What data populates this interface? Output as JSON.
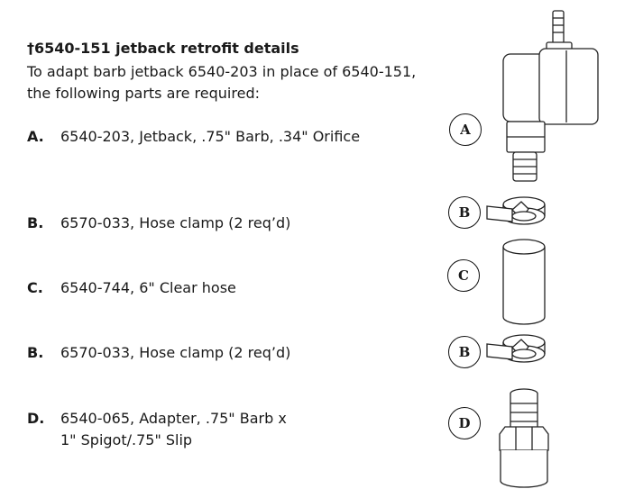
{
  "title": "†6540-151 jetback retrofit details",
  "intro": [
    "To adapt barb jetback 6540-203 in place of 6540-151,",
    "the following parts are required:"
  ],
  "parts": [
    {
      "letter": "A.",
      "lines": [
        "6540-203, Jetback, .75\" Barb, .34\" Orifice"
      ]
    },
    {
      "letter": "B.",
      "lines": [
        "6570-033, Hose clamp (2 req’d)"
      ]
    },
    {
      "letter": "C.",
      "lines": [
        "6540-744, 6\" Clear hose"
      ]
    },
    {
      "letter": "B.",
      "lines": [
        "6570-033, Hose clamp (2 req’d)"
      ]
    },
    {
      "letter": "D.",
      "lines": [
        "6540-065, Adapter, .75\" Barb x",
        "1\" Spigot/.75\" Slip"
      ]
    }
  ],
  "callouts": [
    "A",
    "B",
    "C",
    "B",
    "D"
  ]
}
